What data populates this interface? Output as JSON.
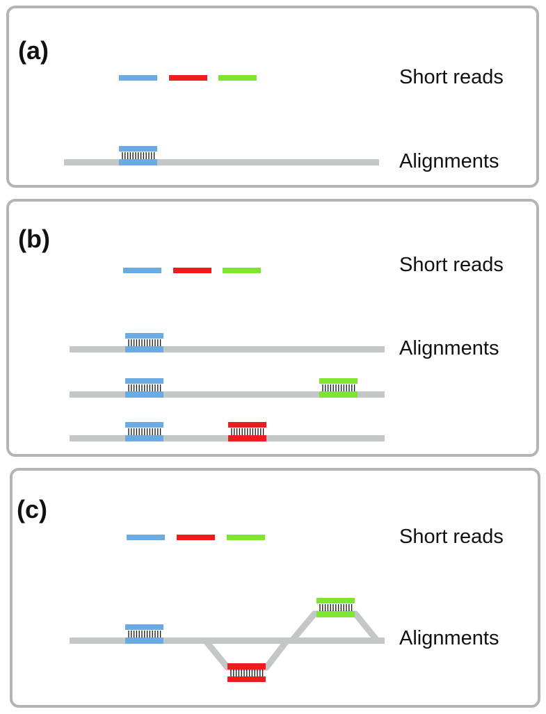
{
  "colors": {
    "blue": "#6aabe4",
    "red": "#ee1d1d",
    "green": "#7ee531",
    "reference": "#c3c7c6",
    "frame": "#b4b4b4",
    "tick": "#111111"
  },
  "panels": [
    {
      "label": "(a)",
      "reads_label": "Short reads",
      "alignments_label": "Alignments"
    },
    {
      "label": "(b)",
      "reads_label": "Short reads",
      "alignments_label": "Alignments"
    },
    {
      "label": "(c)",
      "reads_label": "Short reads",
      "alignments_label": "Alignments"
    }
  ]
}
